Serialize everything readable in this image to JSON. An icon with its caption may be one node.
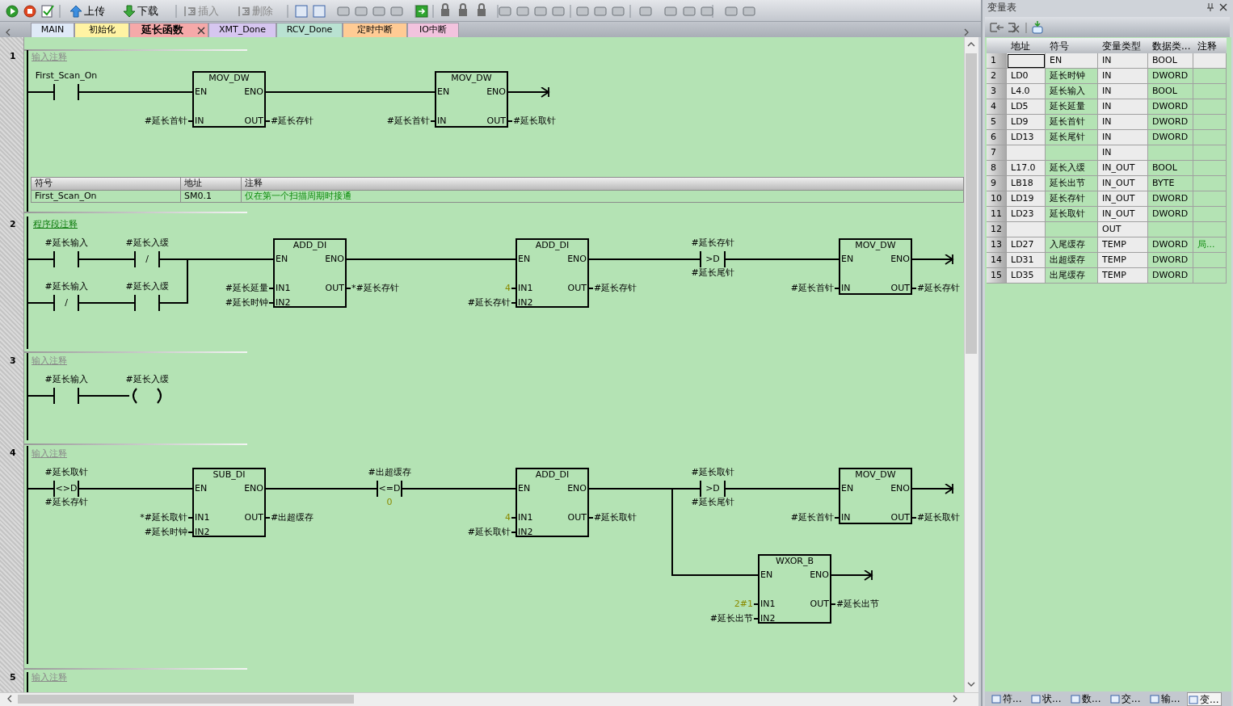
{
  "diagram": {
    "nodes": [
      {
        "text": [],
        "shape": "bar"
      },
      {
        "text": [
          "First_Scan_On"
        ]
      },
      {
        "text": [
          "MOV_DW",
          "EN",
          "ENO",
          "IN",
          "OUT"
        ],
        "beside": [
          "#延长首针",
          "#延长存针"
        ]
      },
      {
        "text": [
          "MOV_DW",
          "EN",
          "ENO",
          "IN",
          "OUT"
        ],
        "beside": [
          "#延长首针",
          "#延长取针"
        ]
      },
      {
        "text": [],
        "shape": "bar"
      },
      {
        "text": [
          "#延长输入"
        ]
      },
      {
        "text": [
          "#延长入缓",
          "/"
        ]
      },
      {
        "text": [
          "#延长输入",
          "/"
        ]
      },
      {
        "text": [
          "#延长入缓"
        ]
      },
      {
        "text": [
          "ADD_DI",
          "EN",
          "ENO",
          "IN1",
          "IN2",
          "OUT"
        ],
        "beside": [
          "#延长延量",
          "#延长时钟",
          "*#延长存针"
        ]
      },
      {
        "text": [
          "ADD_DI",
          "EN",
          "ENO",
          "IN1",
          "IN2",
          "OUT"
        ],
        "beside": [
          "4",
          "#延长存针",
          "#延长存针"
        ]
      },
      {
        "text": [
          "#延长存针",
          ">D",
          "#延长尾针"
        ]
      },
      {
        "text": [
          "MOV_DW",
          "EN",
          "ENO",
          "IN",
          "OUT"
        ],
        "beside": [
          "#延长首针",
          "#延长存针"
        ]
      },
      {
        "text": [],
        "shape": "bar"
      },
      {
        "text": [
          "#延长输入"
        ]
      },
      {
        "text": [
          "#延长入缓"
        ]
      },
      {
        "text": [],
        "shape": "bar"
      },
      {
        "text": [
          "#延长取针",
          "<>D",
          "#延长存针"
        ]
      },
      {
        "text": [
          "SUB_DI",
          "EN",
          "ENO",
          "IN1",
          "IN2",
          "OUT"
        ],
        "beside": [
          "*#延长取针",
          "#延长时钟",
          "#出超缓存"
        ]
      },
      {
        "text": [
          "#出超缓存",
          "<=D",
          "0"
        ]
      },
      {
        "text": [
          "ADD_DI",
          "EN",
          "ENO",
          "IN1",
          "IN2",
          "OUT"
        ],
        "beside": [
          "4",
          "#延长取针",
          "#延长取针"
        ]
      },
      {
        "text": [
          "#延长取针",
          ">D",
          "#延长尾针"
        ]
      },
      {
        "text": [
          "MOV_DW",
          "EN",
          "ENO",
          "IN",
          "OUT"
        ],
        "beside": [
          "#延长首针",
          "#延长取针"
        ]
      },
      {
        "text": [
          "WXOR_B",
          "EN",
          "ENO",
          "IN1",
          "IN2",
          "OUT"
        ],
        "beside": [
          "2#1",
          "#延长出节",
          "#延长出节"
        ]
      },
      {
        "text": [],
        "shape": "bar"
      }
    ],
    "edges": [
      {
        "from": 0,
        "to": 1,
        "arrow": "none"
      },
      {
        "from": 1,
        "to": 2,
        "arrow": "none"
      },
      {
        "from": 2,
        "to": 3,
        "arrow": "none"
      },
      {
        "from": 3,
        "to": null,
        "arrow": "to"
      },
      {
        "from": 4,
        "to": 5,
        "arrow": "none"
      },
      {
        "from": 5,
        "to": 6,
        "arrow": "none"
      },
      {
        "from": 6,
        "to": 9,
        "arrow": "none"
      },
      {
        "from": 4,
        "to": 7,
        "arrow": "none"
      },
      {
        "from": 7,
        "to": 8,
        "arrow": "none"
      },
      {
        "from": 8,
        "to": 9,
        "arrow": "none"
      },
      {
        "from": 9,
        "to": 10,
        "arrow": "none"
      },
      {
        "from": 10,
        "to": 11,
        "arrow": "none"
      },
      {
        "from": 11,
        "to": 12,
        "arrow": "none"
      },
      {
        "from": 12,
        "to": null,
        "arrow": "to"
      },
      {
        "from": 13,
        "to": 14,
        "arrow": "none"
      },
      {
        "from": 14,
        "to": 15,
        "arrow": "none"
      },
      {
        "from": 16,
        "to": 17,
        "arrow": "none"
      },
      {
        "from": 17,
        "to": 18,
        "arrow": "none"
      },
      {
        "from": 18,
        "to": 19,
        "arrow": "none"
      },
      {
        "from": 19,
        "to": 20,
        "arrow": "none"
      },
      {
        "from": 20,
        "to": 21,
        "arrow": "none"
      },
      {
        "from": 21,
        "to": 22,
        "arrow": "none"
      },
      {
        "from": 22,
        "to": null,
        "arrow": "to"
      },
      {
        "from": 20,
        "to": 23,
        "arrow": "none"
      },
      {
        "from": 23,
        "to": null,
        "arrow": "to"
      }
    ],
    "labels": [
      "上传",
      "下载",
      "插入",
      "删除",
      "MAIN",
      "初始化",
      "延长函数",
      "XMT_Done",
      "RCV_Done",
      "定时中断",
      "IO中断",
      "1",
      "输入注释",
      "符号",
      "地址",
      "注释",
      "First_Scan_On",
      "SM0.1",
      "仅在第一个扫描周期时接通",
      "2",
      "程序段注释",
      "3",
      "输入注释",
      "4",
      "输入注释",
      "5",
      "输入注释",
      "变量表",
      "地址",
      "符号",
      "变量类型",
      "数据类...",
      "注释",
      "1",
      "EN",
      "IN",
      "BOOL",
      "2",
      "LD0",
      "延长时钟",
      "IN",
      "DWORD",
      "3",
      "L4.0",
      "延长输入",
      "IN",
      "BOOL",
      "4",
      "LD5",
      "延长延量",
      "IN",
      "DWORD",
      "5",
      "LD9",
      "延长首针",
      "IN",
      "DWORD",
      "6",
      "LD13",
      "延长尾针",
      "IN",
      "DWORD",
      "7",
      "IN",
      "8",
      "L17.0",
      "延长入缓",
      "IN_OUT",
      "BOOL",
      "9",
      "LB18",
      "延长出节",
      "IN_OUT",
      "BYTE",
      "10",
      "LD19",
      "延长存针",
      "IN_OUT",
      "DWORD",
      "11",
      "LD23",
      "延长取针",
      "IN_OUT",
      "DWORD",
      "12",
      "OUT",
      "13",
      "LD27",
      "入尾缓存",
      "TEMP",
      "DWORD",
      "局...",
      "14",
      "LD31",
      "出超缓存",
      "TEMP",
      "DWORD",
      "15",
      "LD35",
      "出尾缓存",
      "TEMP",
      "DWORD",
      "符...",
      "状...",
      "数...",
      "交...",
      "输...",
      "变..."
    ]
  }
}
